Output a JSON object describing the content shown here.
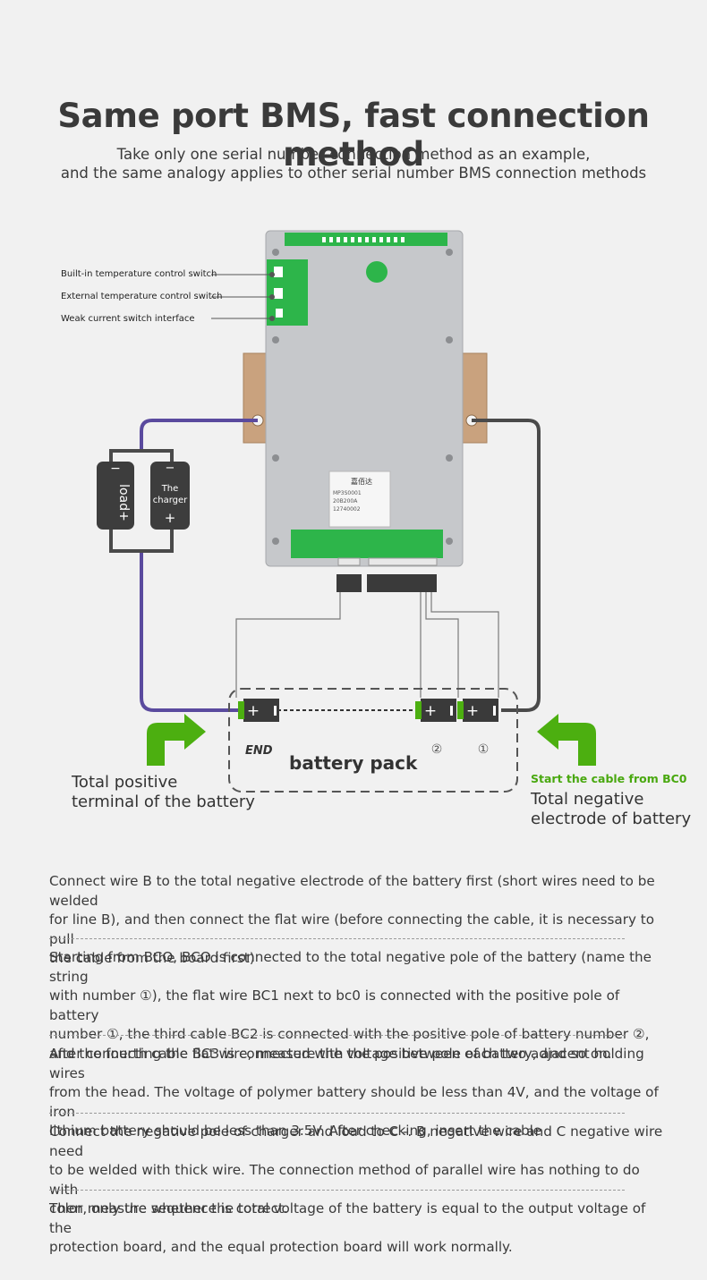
{
  "header": {
    "title": "Same port BMS, fast connection method",
    "subtitle_line1": "Take only one serial number connection method as an example,",
    "subtitle_line2": "and the same analogy applies to other serial number BMS connection methods"
  },
  "labels": {
    "builtin_temp_switch": "Built-in temperature control switch",
    "external_temp_switch": "External temperature control switch",
    "weak_current_interface": "Weak current switch interface",
    "load_minus": "−",
    "load_plus": "load+",
    "charger_minus": "−",
    "charger_the": "The",
    "charger_word": "charger",
    "charger_plus": "+",
    "end": "END",
    "battery_pack": "battery pack",
    "cell_2": "②",
    "cell_1": "①",
    "total_positive_line1": "Total positive",
    "total_positive_line2": "terminal of the battery",
    "start_cable": "Start the cable from BC0",
    "total_negative_line1": "Total negative",
    "total_negative_line2": "electrode of battery",
    "board_brand": "嘉佰达",
    "board_model": "MP3S0001",
    "board_spec": "20B200A",
    "board_code": "12740002"
  },
  "paragraphs": [
    [
      "Connect wire B to the total negative electrode of the battery first (short wires need to be welded",
      "for line B), and then connect the flat wire (before connecting the cable, it is necessary to pull",
      "the cable from the board first)"
    ],
    [
      "Starting from BCO, BCO is connected to the total negative pole of the battery (name the string",
      "with number ①), the flat wire BC1 next to bc0 is connected with the positive pole of battery",
      "number ①, the third cable BC2 is connected with the positive pole of battery number ②,",
      "and the fourth cable BC3 is connected with the positive pole of battery, and so on."
    ],
    [
      "After connecting the flat wire, measure the voltage between each two adjacent holding wires",
      "from the head. The voltage of polymer battery should be less than 4V, and the voltage of iron",
      "lithium battery should be less than 3.5V. After checking, insert the cable"
    ],
    [
      "Connect the negative pole of charger and load to C -. B negative wire and C negative wire need",
      "to be welded with thick wire. The connection method of parallel wire has nothing to do with",
      "color, only the sequence is correct."
    ],
    [
      "Then measure whether the total voltage of the battery is equal to the output voltage of the",
      "protection board, and the equal protection board will work normally."
    ]
  ],
  "colors": {
    "purple_wire": "#5a4a9e",
    "dark_wire": "#4a4a4a",
    "green_arrow": "#4caf10",
    "green_text": "#49a80f",
    "pcb_green": "#2db54a"
  }
}
